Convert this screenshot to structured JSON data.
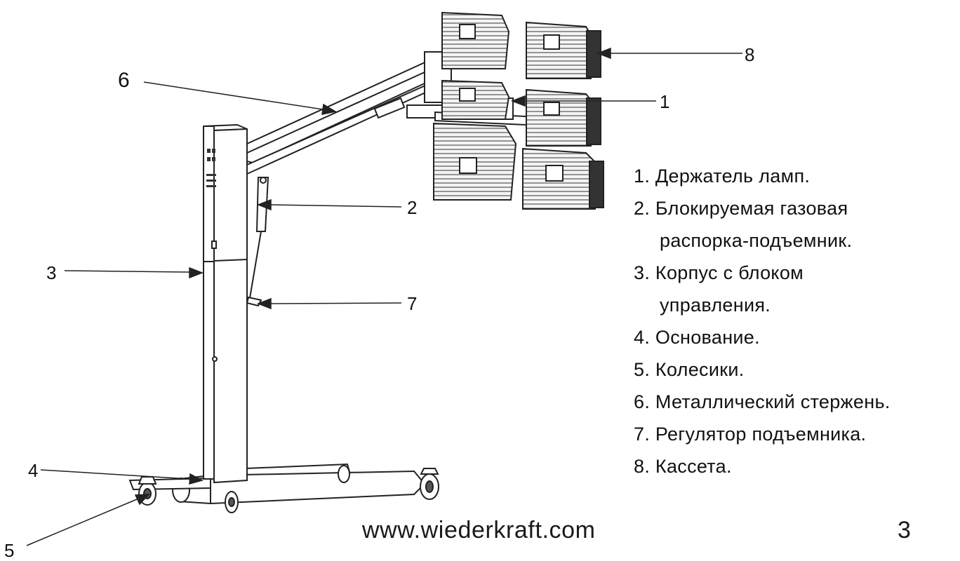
{
  "callouts": {
    "c1": "1",
    "c2": "2",
    "c3": "3",
    "c4": "4",
    "c5": "5",
    "c6": "6",
    "c7": "7",
    "c8": "8"
  },
  "legend": [
    {
      "lines": [
        "1. Держатель ламп."
      ]
    },
    {
      "lines": [
        "2. Блокируемая газовая",
        "распорка-подъемник."
      ]
    },
    {
      "lines": [
        "3. Корпус с блоком",
        "управления."
      ]
    },
    {
      "lines": [
        "4. Основание."
      ]
    },
    {
      "lines": [
        "5. Колесики."
      ]
    },
    {
      "lines": [
        "6. Металлический стержень."
      ]
    },
    {
      "lines": [
        "7. Регулятор подъемника."
      ]
    },
    {
      "lines": [
        "8. Кассета."
      ]
    }
  ],
  "footer": {
    "url": "www.wiederkraft.com",
    "page_number": "3"
  }
}
